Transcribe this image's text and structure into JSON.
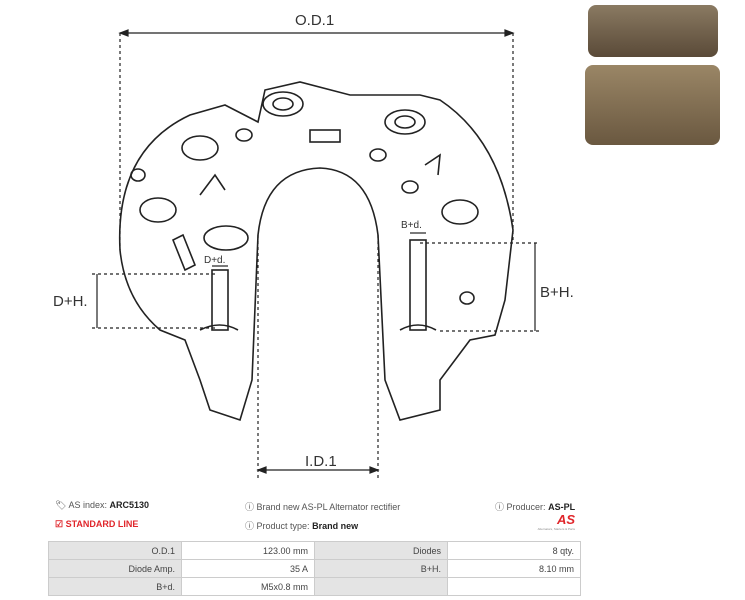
{
  "dimensions": {
    "od1": "O.D.1",
    "id1": "I.D.1",
    "dh": "D+H.",
    "bh": "B+H.",
    "dd": "D+d.",
    "bd": "B+d."
  },
  "info": {
    "index_label": "AS index:",
    "index_value": "ARC5130",
    "description": "Brand new AS-PL Alternator rectifier",
    "producer_label": "Producer:",
    "producer_value": "AS-PL",
    "line": "STANDARD LINE",
    "type_label": "Product type:",
    "type_value": "Brand new",
    "logo_text": "AS",
    "logo_tagline": "Alternators, Starters & Parts"
  },
  "table": [
    [
      "O.D.1",
      "123.00 mm",
      "Diodes",
      "8 qty."
    ],
    [
      "Diode Amp.",
      "35 A",
      "B+H.",
      "8.10 mm"
    ],
    [
      "B+d.",
      "M5x0.8 mm",
      "",
      ""
    ]
  ],
  "colors": {
    "accent": "#e0262b"
  }
}
